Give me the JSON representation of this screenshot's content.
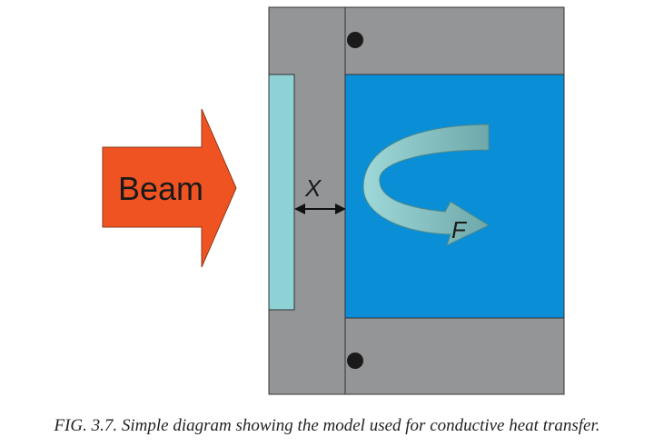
{
  "diagram": {
    "beam_label": "Beam",
    "distance_label": "X",
    "flow_label": "F"
  },
  "caption": "FIG. 3.7. Simple diagram showing the model used for conductive heat transfer.",
  "colors": {
    "housing": "#949597",
    "coolant": "#0a8ed6",
    "target_plate": "#8ed2d6",
    "beam_arrow": "#f05322",
    "flow_arrow": "#78b8b8",
    "outline": "#333333"
  }
}
